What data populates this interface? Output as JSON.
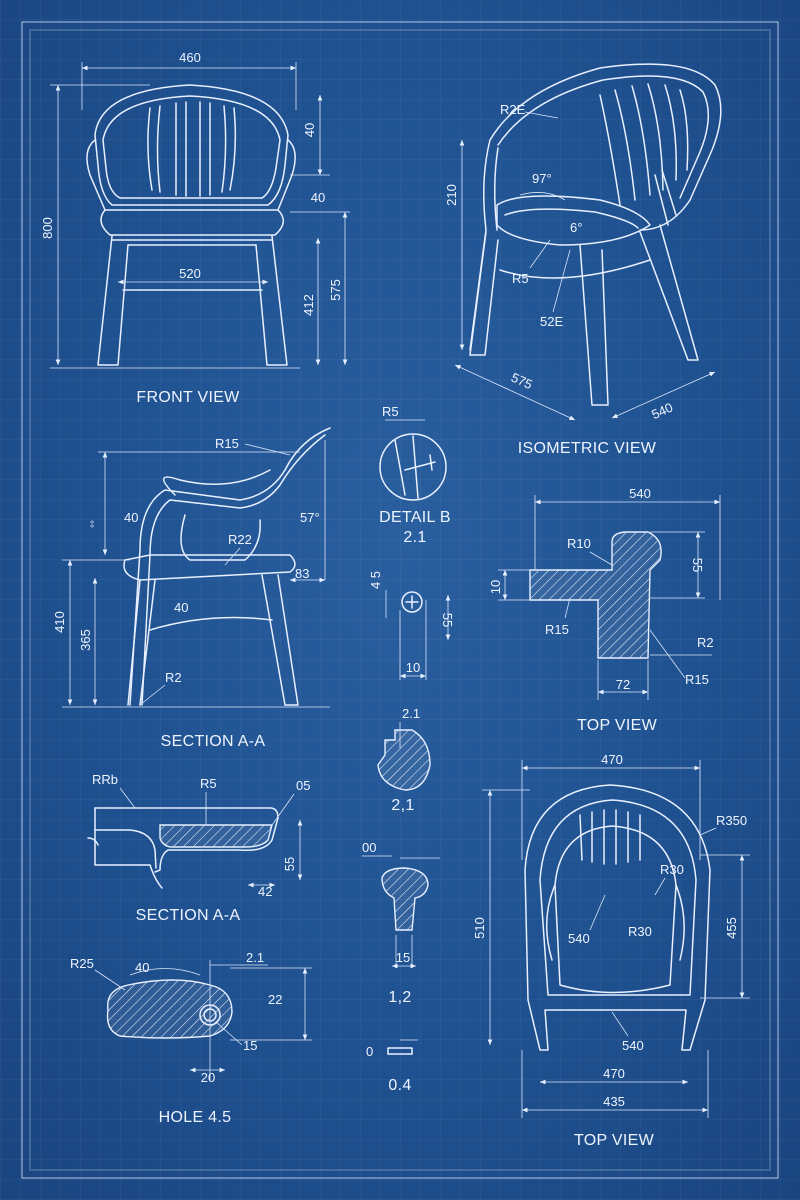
{
  "views": {
    "front": {
      "title": "FRONT VIEW",
      "dims": {
        "width": "460",
        "top_gap": "40",
        "arm_gap": "40",
        "seat_width": "520",
        "height": "800",
        "seat_height": "412",
        "front_height": "575"
      }
    },
    "isometric": {
      "title": "ISOMETRIC VIEW",
      "dims": {
        "r_top": "R2E",
        "height": "210",
        "angle_back": "97°",
        "angle_seat": "6°",
        "r_seat": "R5",
        "r_leg": "52E",
        "depth": "575",
        "width": "540"
      }
    },
    "section_side": {
      "title": "SECTION A-A",
      "dims": {
        "r_top": "R15",
        "dim_40": "40",
        "small": "°°",
        "r22": "R22",
        "angle": "57°",
        "dim_83": "83",
        "dim_40b": "40",
        "height_410": "410",
        "height_365": "365",
        "r2": "R2"
      }
    },
    "detail_b": {
      "title": "DETAIL B",
      "scale": "2.1",
      "radius": "R5"
    },
    "small_1": {
      "d45": "4 5",
      "d55": "55",
      "d10": "10"
    },
    "small_2": {
      "label": "2.1",
      "scale": "2,1"
    },
    "top_section": {
      "title": "TOP VIEW",
      "dims": {
        "width": "540",
        "r10": "R10",
        "d10": "10",
        "d55": "55",
        "r15": "R15",
        "r2": "R2",
        "d72": "72",
        "r15b": "R15"
      }
    },
    "section_profile": {
      "title": "SECTION A-A",
      "dims": {
        "rrb": "RRb",
        "r5": "R5",
        "d05": "05",
        "d55": "55",
        "d42": "42"
      }
    },
    "small_3": {
      "d00": "00",
      "d15": "15",
      "scale": "1,2"
    },
    "top_view": {
      "title": "TOP VIEW",
      "dims": {
        "width_top": "470",
        "r350": "R350",
        "r30a": "R30",
        "d540a": "540",
        "r30b": "R30",
        "d510": "510",
        "d455": "455",
        "d540b": "540",
        "width_mid": "470",
        "width_bot": "435"
      }
    },
    "hole": {
      "title": "HOLE 4.5",
      "dims": {
        "r25": "R25",
        "d40": "40",
        "d21": "2.1",
        "d22": "22",
        "d15": "15",
        "d20": "20"
      }
    },
    "small_4": {
      "d0": "0",
      "scale": "0.4"
    }
  }
}
